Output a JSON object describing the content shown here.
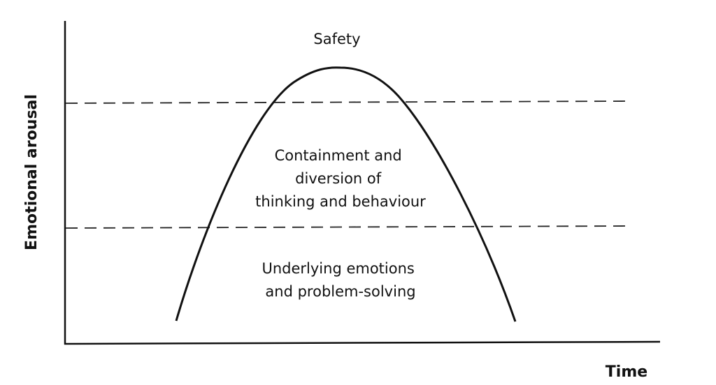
{
  "axes": {
    "y_label": "Emotional arousal",
    "x_label": "Time"
  },
  "zones": {
    "top": {
      "lines": [
        "Safety"
      ]
    },
    "middle": {
      "lines": [
        "Containment and",
        "diversion of",
        "thinking and behaviour"
      ]
    },
    "bottom": {
      "lines": [
        "Underlying emotions",
        "and problem-solving"
      ]
    }
  },
  "colors": {
    "ink": "#111111",
    "background": "#ffffff"
  }
}
